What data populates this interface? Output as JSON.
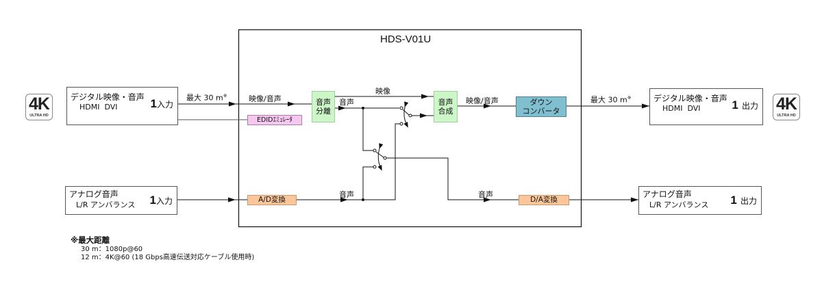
{
  "device": {
    "title": "HDS-V01U"
  },
  "logos": {
    "left": {
      "big": "4K",
      "small": "ULTRA HD"
    },
    "right": {
      "big": "4K",
      "small": "ULTRA HD"
    }
  },
  "inputs": {
    "hdmi": {
      "title": "デジタル映像・音声",
      "sub": "HDMI  DVI",
      "count": "1",
      "unit": "入力"
    },
    "analog": {
      "title": "アナログ音声",
      "sub": "L/R アンバランス",
      "count": "1",
      "unit": "入力"
    }
  },
  "outputs": {
    "hdmi": {
      "title": "デジタル映像・音声",
      "sub": "HDMI  DVI",
      "count": "1",
      "unit": "出力"
    },
    "analog": {
      "title": "アナログ音声",
      "sub": "L/R アンバランス",
      "count": "1",
      "unit": "出力"
    }
  },
  "links": {
    "in_distance": "最大 30 m",
    "out_distance": "最大 30 m",
    "note_mark": "※",
    "video_audio_in": "映像/音声",
    "video": "映像",
    "audio_split": "音声",
    "video_audio_out": "映像/音声",
    "audio_ad": "音声",
    "audio_da": "音声"
  },
  "blocks": {
    "audio_split": [
      "音声",
      "分離"
    ],
    "audio_merge": [
      "音声",
      "合成"
    ],
    "down_converter": [
      "ダウン",
      "コンバータ"
    ],
    "edid": "EDIDｴﾐｭﾚｰﾀ",
    "ad": "A/D変換",
    "da": "D/A変換"
  },
  "notes": {
    "heading": "※最大距離",
    "lines": [
      "30 m：1080p@60",
      "12 m：4K@60 (18 Gbps高速伝送対応ケーブル使用時)"
    ]
  },
  "colors": {
    "green_block": "#ccf5c8",
    "blue_block": "#7fbfd0",
    "pink_block": "#f5c8f0",
    "orange_block": "#fbc79a"
  }
}
